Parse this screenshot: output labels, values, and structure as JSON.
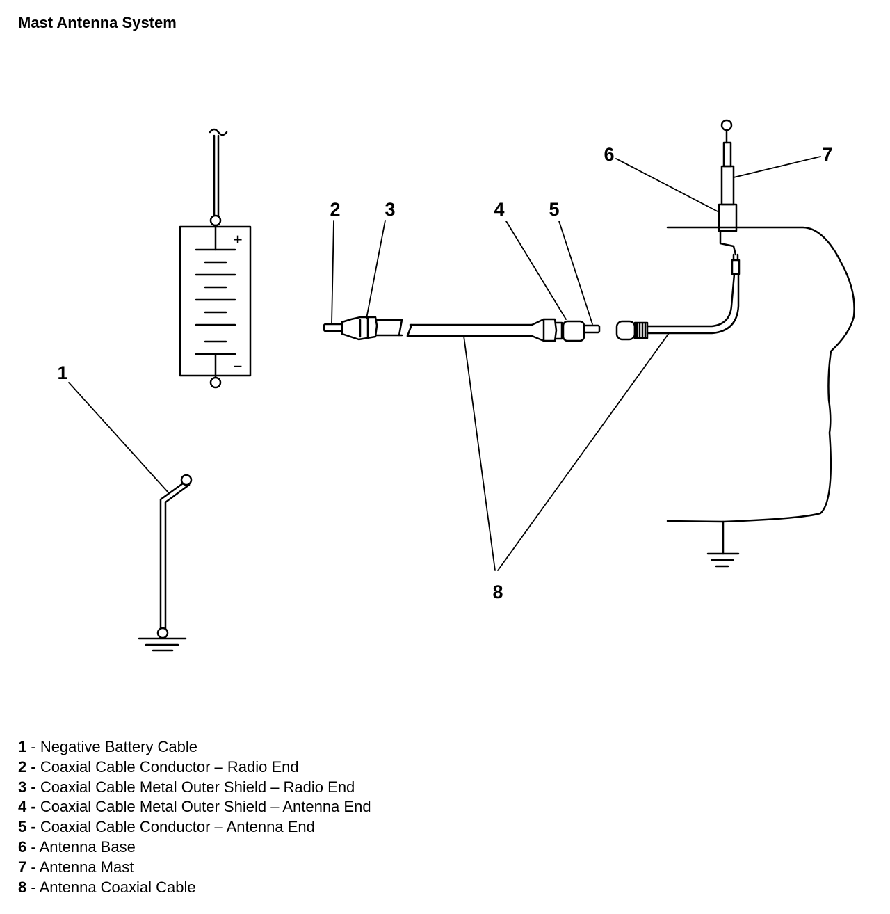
{
  "title": "Mast Antenna System",
  "battery": {
    "plus": "+",
    "minus": "–"
  },
  "callouts": [
    "1",
    "2",
    "3",
    "4",
    "5",
    "6",
    "7",
    "8"
  ],
  "legend": [
    {
      "num": "1",
      "sep": " - ",
      "text": "Negative Battery Cable"
    },
    {
      "num": "2 -",
      "sep": " ",
      "text": "Coaxial Cable Conductor – Radio End"
    },
    {
      "num": "3 -",
      "sep": " ",
      "text": "Coaxial Cable Metal Outer Shield – Radio End"
    },
    {
      "num": "4 -",
      "sep": " ",
      "text": "Coaxial Cable Metal Outer Shield – Antenna End"
    },
    {
      "num": "5 -",
      "sep": " ",
      "text": "Coaxial Cable Conductor – Antenna End"
    },
    {
      "num": "6",
      "sep": " - ",
      "text": "Antenna Base"
    },
    {
      "num": "7",
      "sep": " - ",
      "text": "Antenna Mast"
    },
    {
      "num": "8",
      "sep": " - ",
      "text": "Antenna Coaxial Cable"
    }
  ],
  "colors": {
    "line": "#000000",
    "background": "#ffffff"
  }
}
